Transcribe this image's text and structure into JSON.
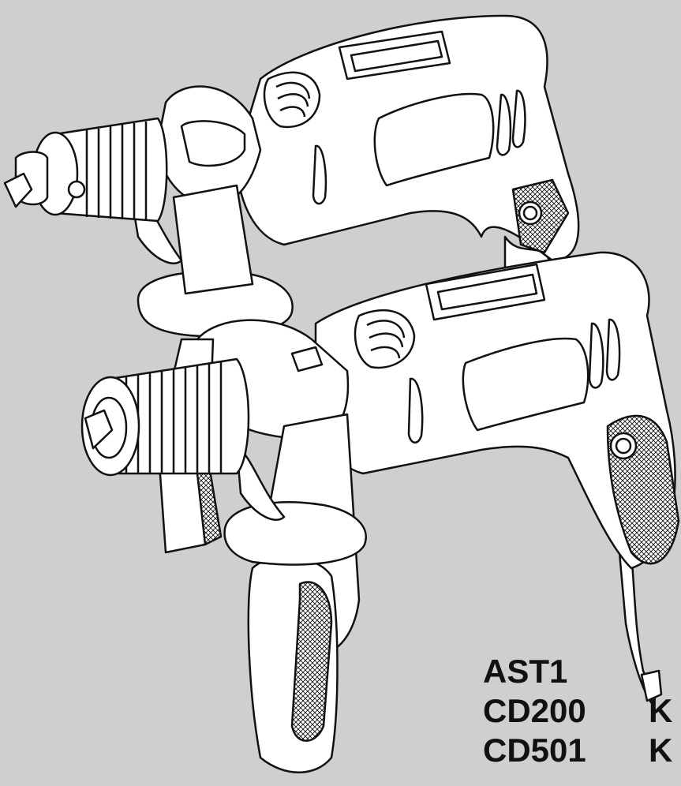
{
  "models": [
    {
      "code": "AST1",
      "suffix": ""
    },
    {
      "code": "CD200",
      "suffix": "K"
    },
    {
      "code": "CD501",
      "suffix": "K"
    }
  ],
  "colors": {
    "background": "#cfcfcf",
    "drawing_fill": "#ffffff",
    "line": "#111111"
  }
}
